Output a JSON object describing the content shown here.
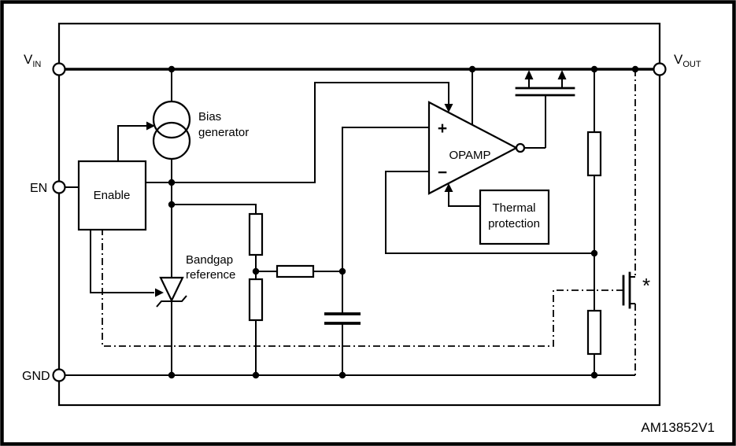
{
  "diagram": {
    "code": "AM13852V1",
    "pins": {
      "vin": {
        "main": "V",
        "sub": "IN"
      },
      "vout": {
        "main": "V",
        "sub": "OUT"
      },
      "en": "EN",
      "gnd": "GND"
    },
    "blocks": {
      "enable": "Enable",
      "bias_line1": "Bias",
      "bias_line2": "generator",
      "bandgap_line1": "Bandgap",
      "bandgap_line2": "reference",
      "opamp": "OPAMP",
      "thermal_line1": "Thermal",
      "thermal_line2": "protection"
    },
    "opamp_symbols": {
      "plus": "+",
      "minus": "−"
    },
    "note_marker": "*",
    "colors": {
      "line": "#000000",
      "background": "#ffffff"
    }
  }
}
